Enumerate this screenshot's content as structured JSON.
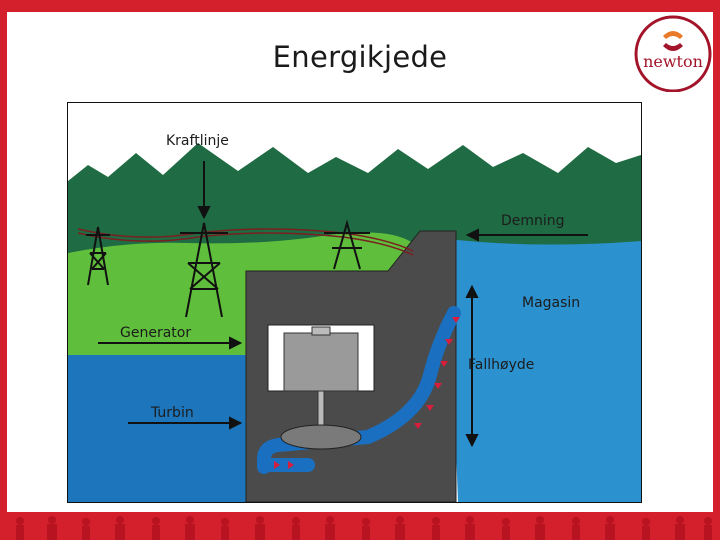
{
  "slide": {
    "title": "Energikjede",
    "logo_text": "newton"
  },
  "diagram": {
    "labels": {
      "kraftlinje": "Kraftlinje",
      "demning": "Demning",
      "magasin": "Magasin",
      "generator": "Generator",
      "fallhoyde": "Fallhøyde",
      "turbin": "Turbin"
    }
  },
  "colors": {
    "frame_red": "#d4202c",
    "logo_red": "#a3142a",
    "logo_orange": "#e87a2a",
    "sky_white": "#ffffff",
    "mountain_green": "#1f6b43",
    "grass_green": "#5fbe3b",
    "water_blue": "#1d76bb",
    "reservoir_blue": "#2c92cf",
    "dam_gray": "#4b4b4b",
    "pipe_blue": "#1a6fc0",
    "flow_red": "#d81e3c"
  },
  "icons": {
    "logo": "newton-logo-icon",
    "pylon": "power-pylon-icon",
    "arrow": "pointer-arrow-icon"
  }
}
